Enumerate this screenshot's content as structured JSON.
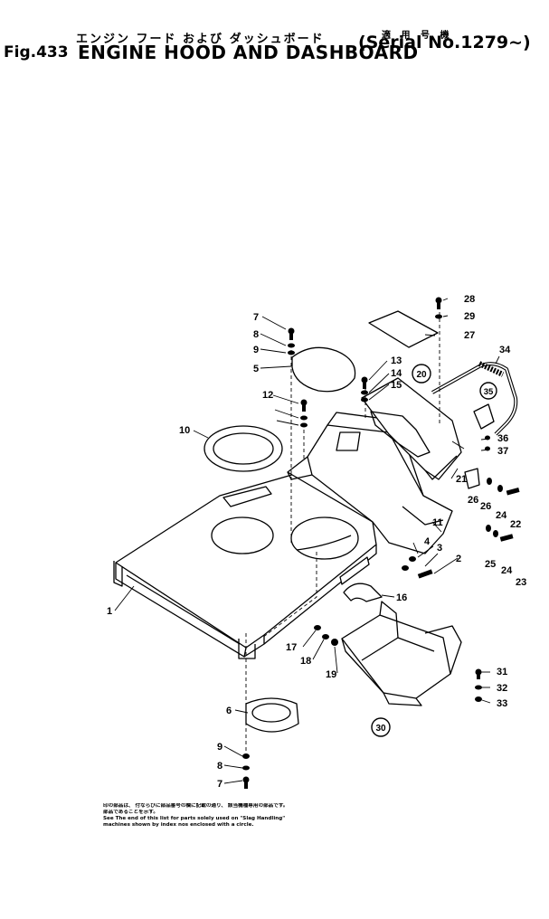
{
  "header": {
    "fig_label": "Fig.433",
    "title_jp": "エンジン フード および ダッシュボード",
    "applicable_jp": "適 用 号 機",
    "title_en": "ENGINE HOOD AND DASHBOARD",
    "serial": "(Serial No.1279~)"
  },
  "callouts": [
    "1",
    "2",
    "3",
    "4",
    "5",
    "6",
    "7",
    "8",
    "9",
    "10",
    "11",
    "12",
    "13",
    "14",
    "15",
    "16",
    "17",
    "18",
    "19",
    "20",
    "21",
    "22",
    "23",
    "24",
    "25",
    "26",
    "27",
    "28",
    "29",
    "30",
    "31",
    "32",
    "33",
    "34",
    "35",
    "36",
    "37"
  ],
  "footnote": {
    "line1": "印の部品は、 付ならびに部品番号の欄に記載の通り、 該当機種専用の部品です。",
    "line2": "部品であることを示す。",
    "line3": "See The end of this list for parts solely used on \"Slag Handling\"",
    "line4": "machines shown by index nos enclosed with a circle."
  }
}
